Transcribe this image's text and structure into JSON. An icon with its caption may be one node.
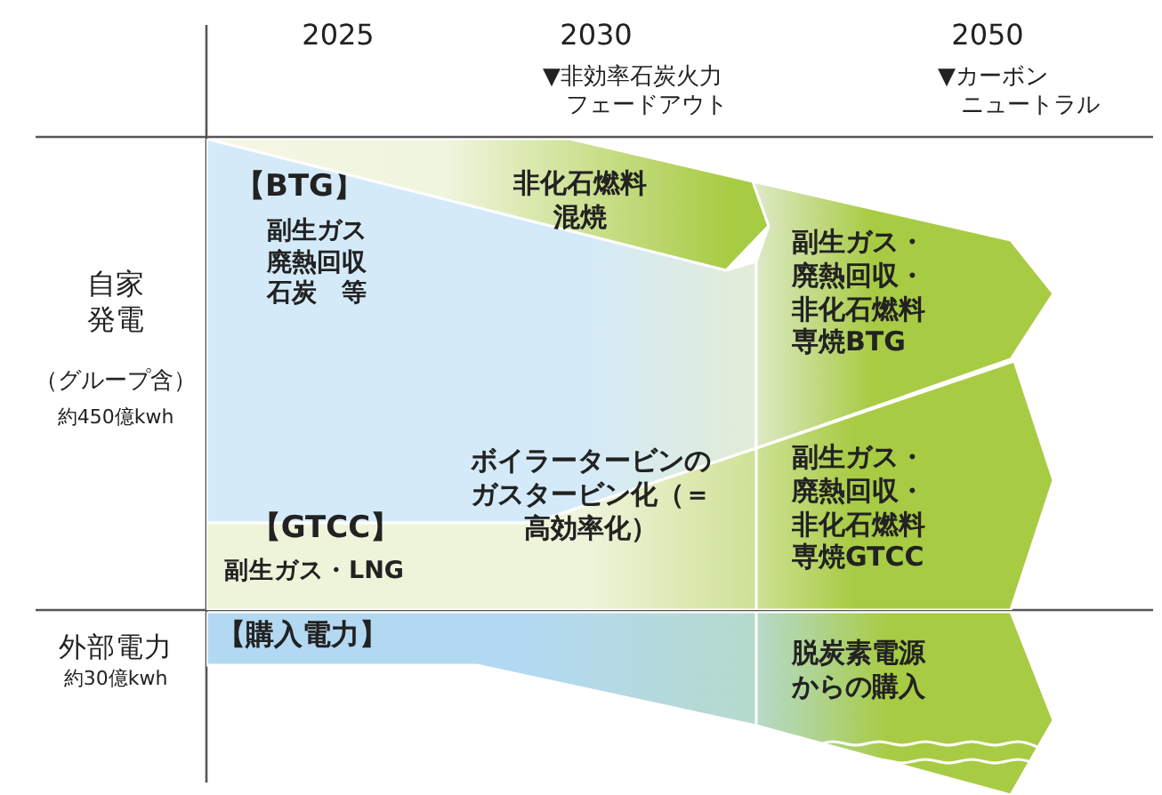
{
  "diagram": {
    "nodes": [
      {
        "text": [
          "【BTG】",
          "副生ガス廃熱回収石炭　等"
        ]
      },
      {
        "text": [
          "非化石燃料混焼"
        ]
      },
      {
        "text": [
          "副生ガス・廃熱回収・非化石燃料専焼BTG"
        ]
      },
      {
        "text": [
          "【GTCC】",
          "副生ガス・LNG"
        ]
      },
      {
        "text": [
          "副生ガス・廃熱回収・非化石燃料専焼GTCC"
        ]
      },
      {
        "text": [
          "【購入電力】"
        ]
      },
      {
        "text": [
          "脱炭素電源からの購入"
        ]
      }
    ],
    "labels": [
      "2025",
      "2030",
      "2050",
      "▼非効率石炭火力フェードアウト",
      "▼カーボンニュートラル",
      "自家発電",
      "（グループ含）",
      "約450億kwh",
      "ボイラータービンのガスタービン化（＝高効率化）",
      "外部電力",
      "約30億kwh"
    ]
  }
}
